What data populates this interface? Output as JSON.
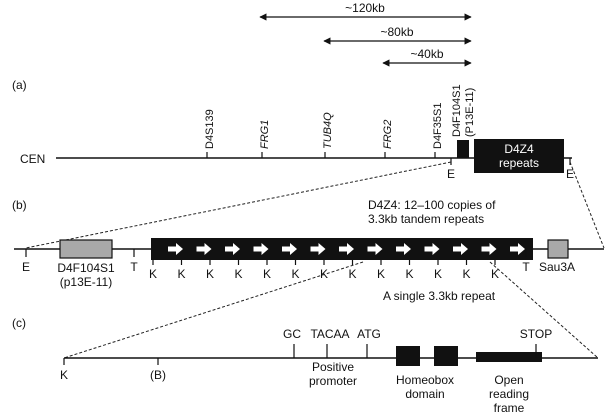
{
  "ranges": [
    "~120kb",
    "~80kb",
    "~40kb"
  ],
  "panel_a": {
    "label": "(a)",
    "cen": "CEN",
    "markers": [
      {
        "text": "D4S139",
        "italic": false
      },
      {
        "text": "FRG1",
        "italic": true
      },
      {
        "text": "TUB4Q",
        "italic": true
      },
      {
        "text": "FRG2",
        "italic": true
      },
      {
        "text": "D4F35S1",
        "italic": false
      },
      {
        "text": "D4F104S1",
        "italic": false
      },
      {
        "text": "(P13E-11)",
        "italic": false
      }
    ],
    "repeat_box_line1": "D4Z4",
    "repeat_box_line2": "repeats",
    "site_left": "E",
    "site_right": "E"
  },
  "panel_b": {
    "label": "(b)",
    "caption_line1": "D4Z4: 12–100 copies of",
    "caption_line2": "3.3kb tandem repeats",
    "probe_line1": "D4F104S1",
    "probe_line2": "(p13E-11)",
    "site_e": "E",
    "site_t": "T",
    "site_k": "K",
    "site_t2": "T",
    "sau": "Sau3A",
    "repeat_count": 13,
    "k_count": 13
  },
  "panel_c": {
    "label": "(c)",
    "caption": "A single 3.3kb repeat",
    "gc": "GC",
    "tacaa": "TACAA",
    "atg": "ATG",
    "stop": "STOP",
    "promoter_line1": "Positive",
    "promoter_line2": "promoter",
    "homeobox_line1": "Homeobox",
    "homeobox_line2": "domain",
    "orf_line1": "Open",
    "orf_line2": "reading",
    "orf_line3": "frame",
    "site_k": "K",
    "site_b": "(B)"
  }
}
